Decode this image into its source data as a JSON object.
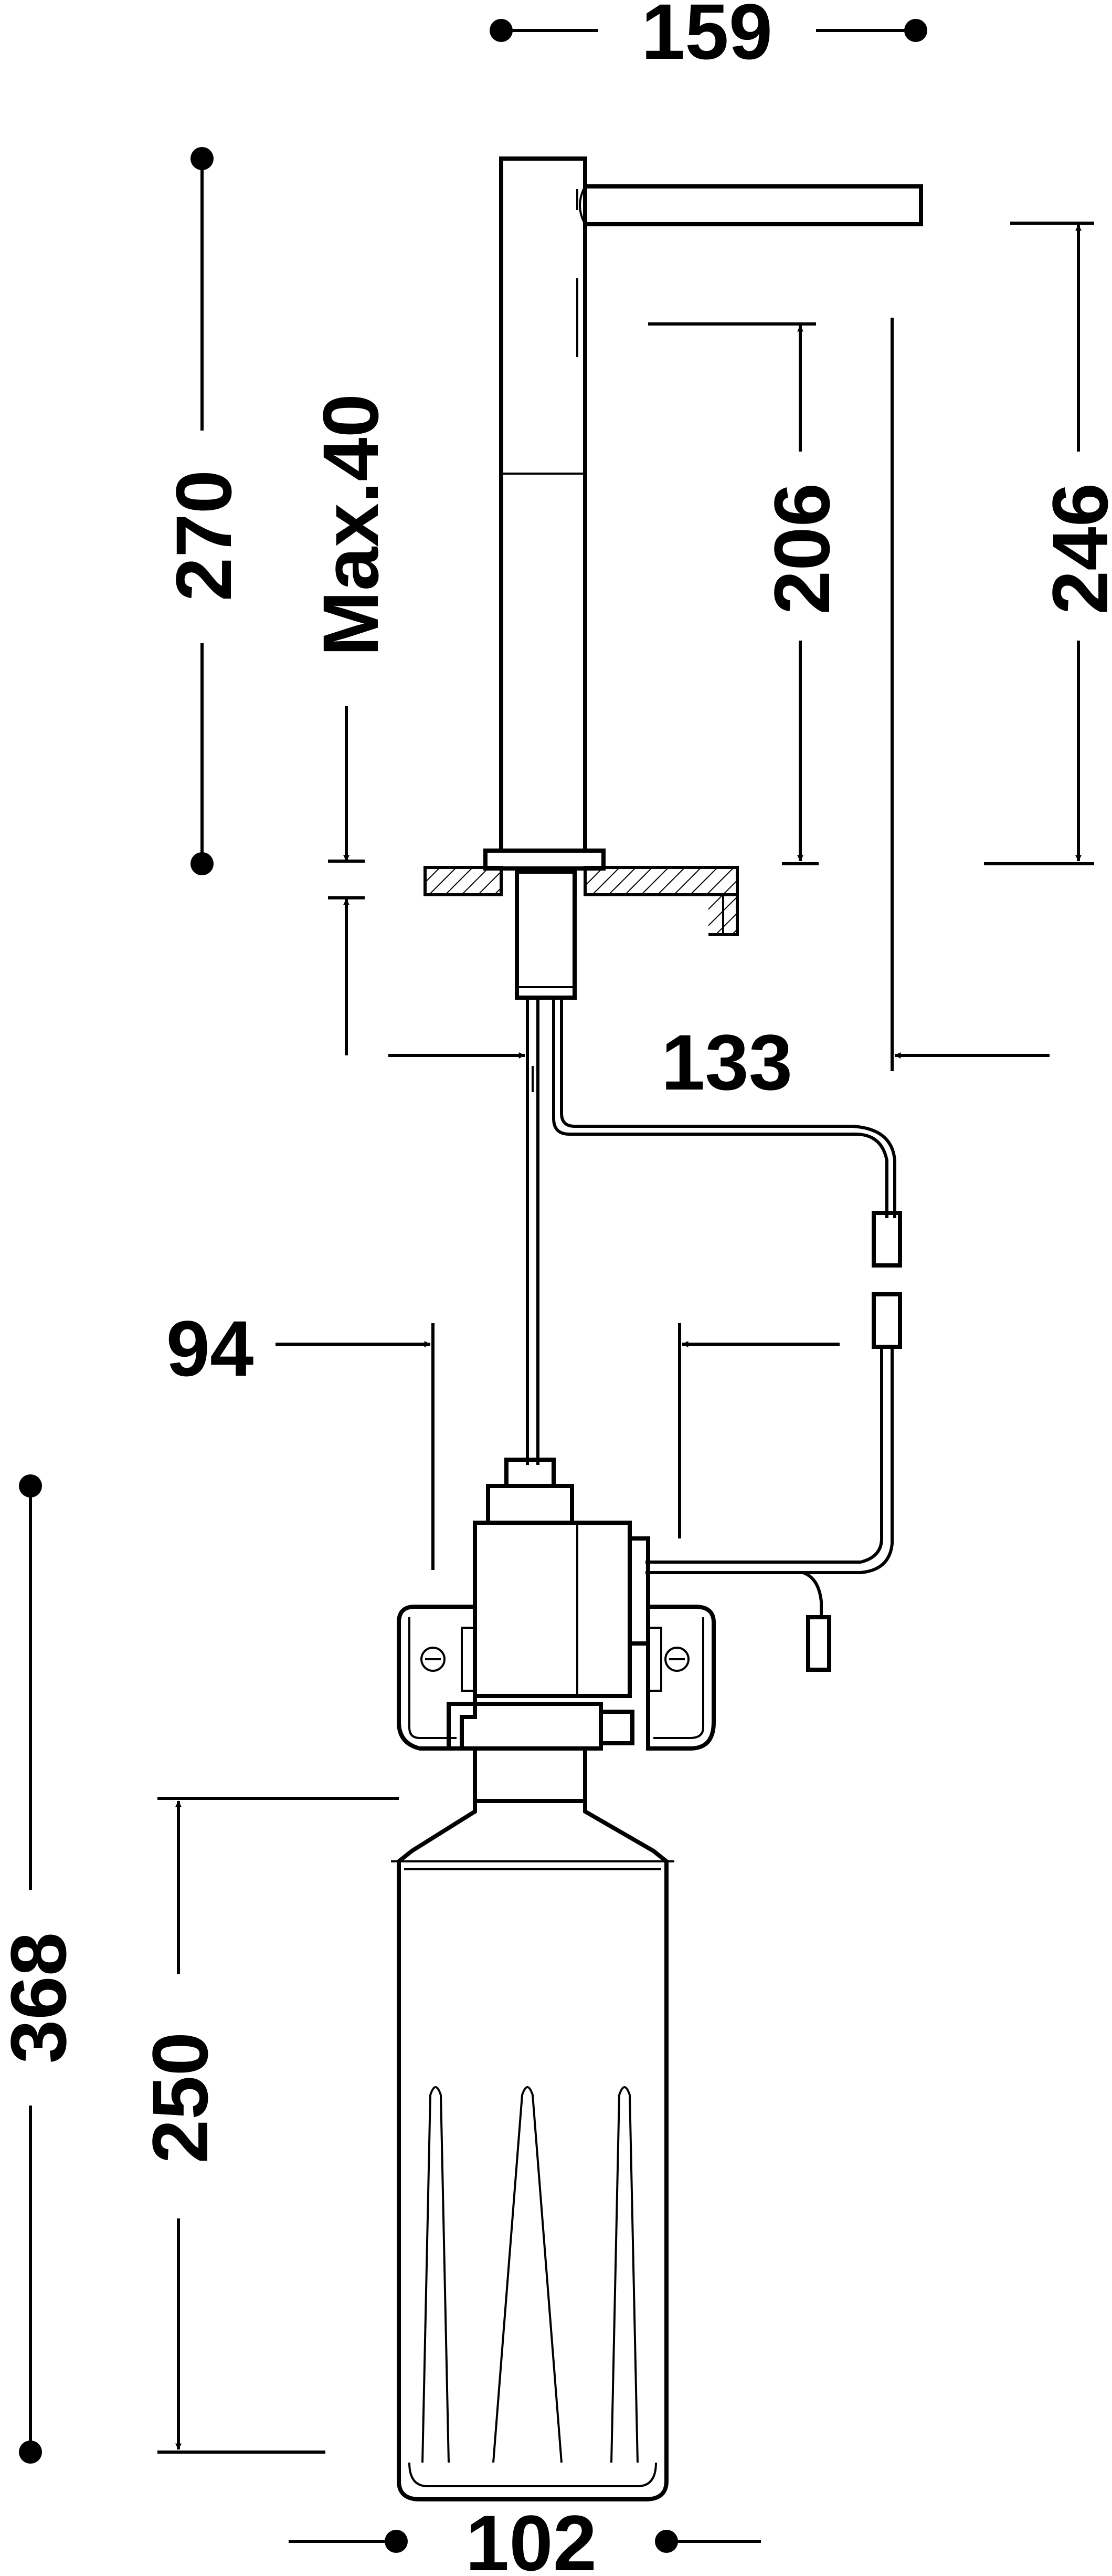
{
  "diagram": {
    "dimensions": {
      "width_top": "159",
      "total_height": "270",
      "max_thickness": "Max.40",
      "spout_height": "206",
      "spout_clearance": "246",
      "spout_reach": "133",
      "pump_offset": "94",
      "bottle_assembly_height": "368",
      "bottle_height": "250",
      "bottle_diameter": "102"
    }
  }
}
